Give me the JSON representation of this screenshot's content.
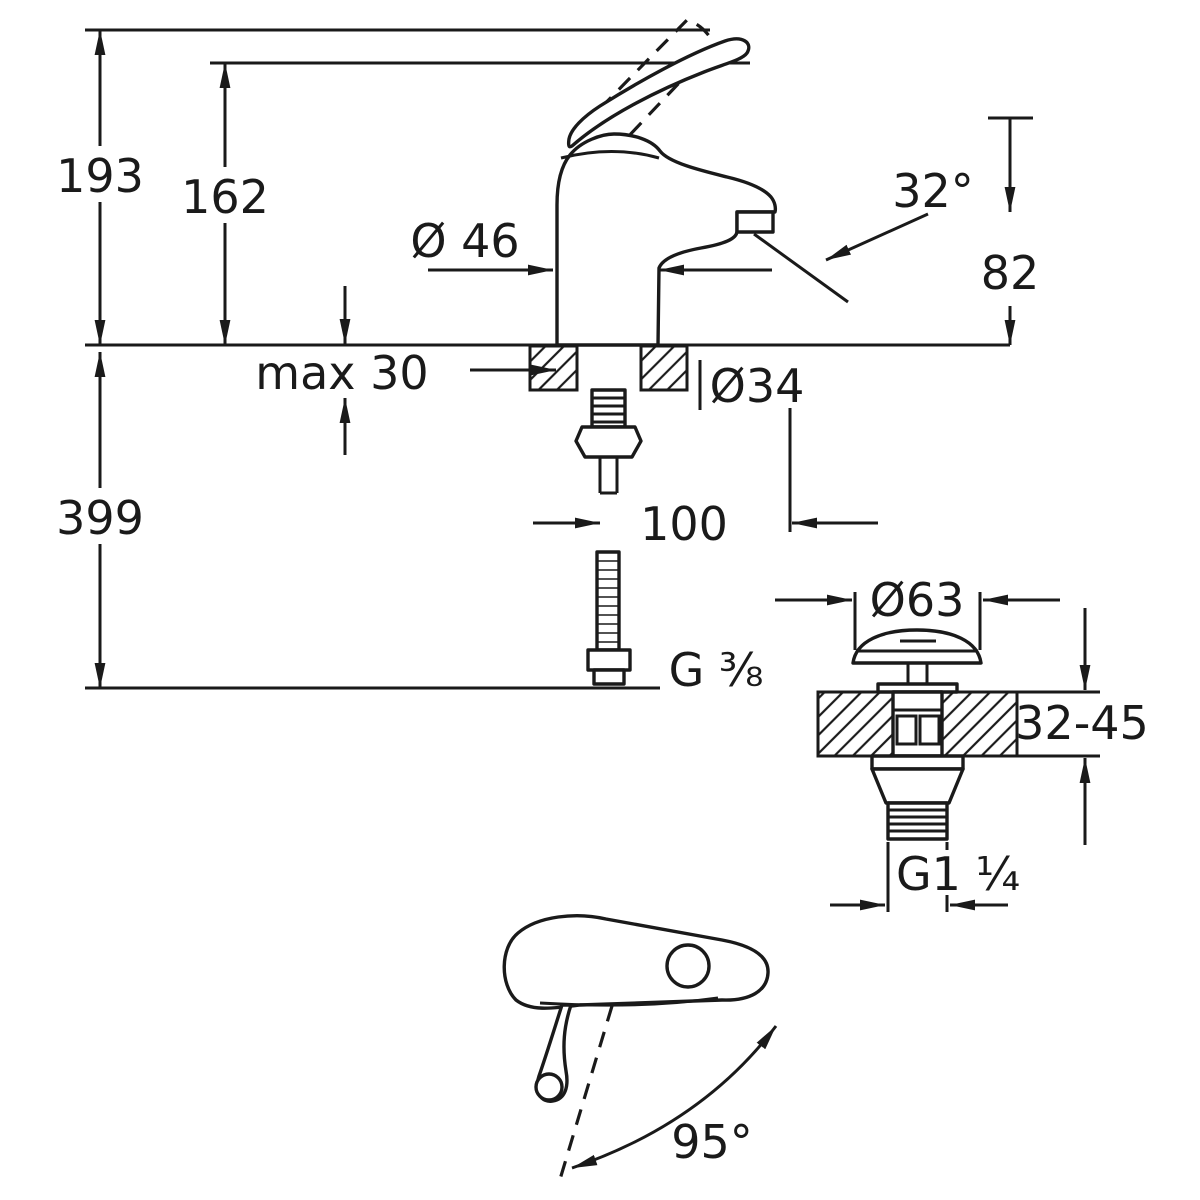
{
  "colors": {
    "line": "#1a1a1a",
    "background": "#ffffff"
  },
  "dimensions": {
    "total_height": "193",
    "handle_height": "162",
    "body_diameter": "Ø 46",
    "spout_angle": "32°",
    "spout_height": "82",
    "deck_max_thickness": "max 30",
    "hole_diameter": "Ø34",
    "overall_length": "399",
    "spout_reach": "100",
    "supply_thread": "G ³⁄₈",
    "waste_cap_diameter": "Ø63",
    "waste_deck_thickness": "32-45",
    "waste_thread": "G1 ¹⁄₄",
    "handle_swivel_angle": "95°"
  }
}
